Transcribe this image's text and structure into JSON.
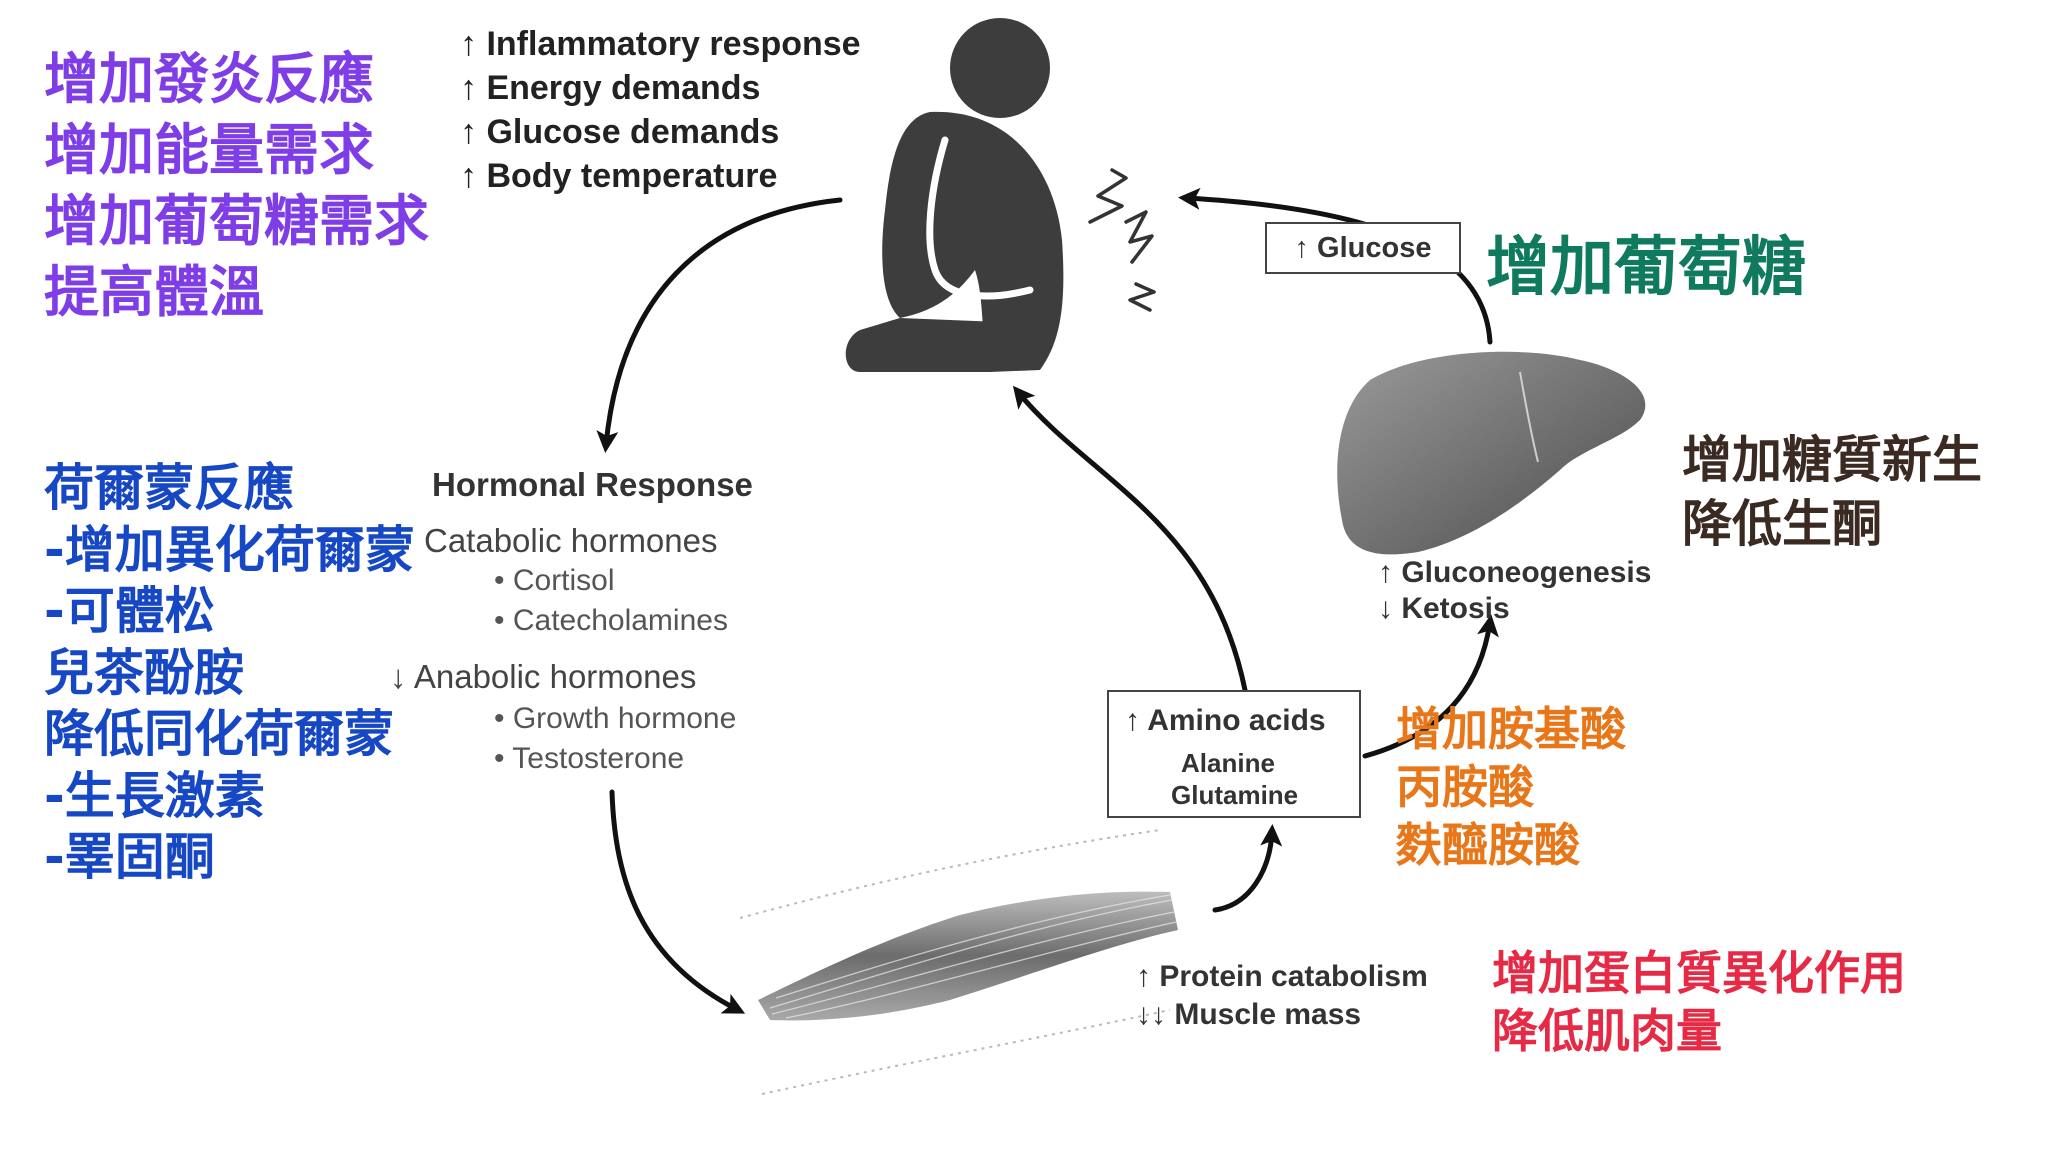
{
  "colors": {
    "purple": "#7f3de8",
    "blue": "#1647c4",
    "green": "#0f7a5e",
    "brown": "#3a2a22",
    "orange": "#e8771a",
    "red": "#e62a45",
    "figure": "#3d3d3d",
    "arrow": "#111111"
  },
  "icons": [
    "person-figure",
    "pain-lightning-icon",
    "liver-icon",
    "muscle-icon"
  ],
  "purple_block": {
    "lines": [
      "增加發炎反應",
      "增加能量需求",
      "增加葡萄糖需求",
      "提高體溫"
    ]
  },
  "blue_block": {
    "lines": [
      "荷爾蒙反應",
      "-增加異化荷爾蒙",
      "-可體松",
      "兒茶酚胺",
      "降低同化荷爾蒙",
      "-生長激素",
      "-睪固酮"
    ]
  },
  "top_list": {
    "lines": [
      "↑ Inflammatory response",
      "↑ Energy demands",
      "↑ Glucose demands",
      "↑ Body temperature"
    ]
  },
  "hormonal": {
    "title": "Hormonal Response",
    "catabolic": "Catabolic hormones",
    "cortisol": "•  Cortisol",
    "catecholamines": "•  Catecholamines",
    "anabolic": "↓ Anabolic hormones",
    "growth": "•  Growth hormone",
    "testosterone": "•  Testosterone"
  },
  "glucose": {
    "box_label": "↑ Glucose",
    "zh": "增加葡萄糖"
  },
  "liver": {
    "gluconeogenesis": "↑ Gluconeogenesis",
    "ketosis": "↓  Ketosis",
    "zh_lines": [
      "增加糖質新生",
      "降低生酮"
    ]
  },
  "amino": {
    "title": "↑  Amino acids",
    "alanine": "Alanine",
    "glutamine": "Glutamine",
    "zh_lines": [
      "增加胺基酸",
      "丙胺酸",
      "麩醯胺酸"
    ]
  },
  "muscle": {
    "protein": "↑  Protein catabolism",
    "mass": "↓↓ Muscle mass",
    "zh_lines": [
      "增加蛋白質異化作用",
      "降低肌肉量"
    ]
  }
}
